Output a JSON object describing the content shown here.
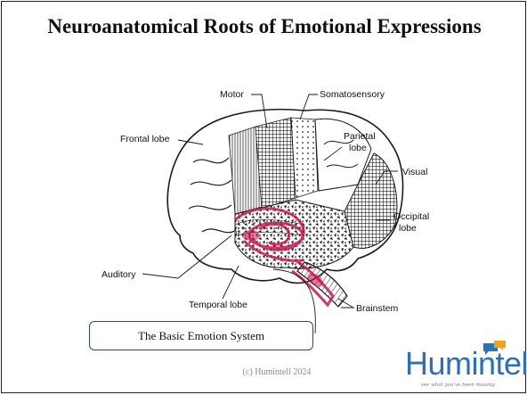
{
  "slide": {
    "title": "Neuroanatomical Roots of Emotional Expressions",
    "footer": "(c) Humintell 2024"
  },
  "diagram": {
    "labels": {
      "motor": "Motor",
      "somatosensory": "Somatosensory",
      "frontal_lobe": "Frontal lobe",
      "parietal_lobe_line1": "Parietal",
      "parietal_lobe_line2": "lobe",
      "visual": "Visual",
      "occipital_lobe_line1": "Occipital",
      "occipital_lobe_line2": "lobe",
      "auditory": "Auditory",
      "temporal_lobe": "Temporal lobe",
      "brainstem": "Brainstem"
    },
    "callout": "The Basic Emotion System",
    "colors": {
      "limbic": "#c8174f",
      "outline": "#1a1a1a",
      "callout_border": "#2f4564"
    }
  },
  "logo": {
    "name": "Humintell",
    "tagline": "see what you've been missing",
    "colors": {
      "text": "#2f6fb4",
      "bubble_blue": "#2f6fb4",
      "bubble_orange": "#f2a21c"
    }
  }
}
